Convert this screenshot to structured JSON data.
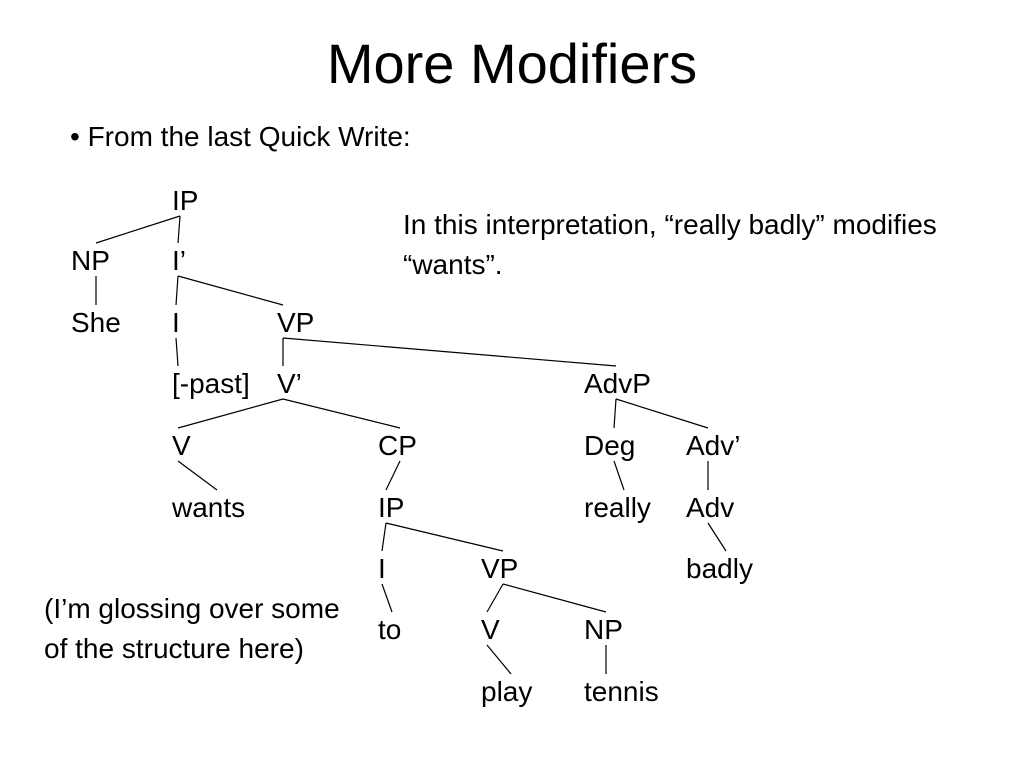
{
  "slide": {
    "title": "More Modifiers",
    "bullet": "• From the last Quick Write:",
    "interpretation_note": "In this interpretation, “really badly” modifies “wants”.",
    "gloss_note": "(I’m glossing over some of the structure here)"
  },
  "tree": {
    "nodes": [
      {
        "id": "ip1",
        "label": "IP"
      },
      {
        "id": "np1",
        "label": "NP"
      },
      {
        "id": "ibar",
        "label": "I’"
      },
      {
        "id": "she",
        "label": "She"
      },
      {
        "id": "i1",
        "label": "I"
      },
      {
        "id": "vp1",
        "label": "VP"
      },
      {
        "id": "past",
        "label": "[-past]"
      },
      {
        "id": "vbar",
        "label": "V’"
      },
      {
        "id": "advp",
        "label": "AdvP"
      },
      {
        "id": "v1",
        "label": "V"
      },
      {
        "id": "cp",
        "label": "CP"
      },
      {
        "id": "deg",
        "label": "Deg"
      },
      {
        "id": "advbar",
        "label": "Adv’"
      },
      {
        "id": "wants",
        "label": "wants"
      },
      {
        "id": "ip2",
        "label": "IP"
      },
      {
        "id": "really",
        "label": "really"
      },
      {
        "id": "adv",
        "label": "Adv"
      },
      {
        "id": "i2",
        "label": "I"
      },
      {
        "id": "vp2",
        "label": "VP"
      },
      {
        "id": "badly",
        "label": "badly"
      },
      {
        "id": "to",
        "label": "to"
      },
      {
        "id": "v2",
        "label": "V"
      },
      {
        "id": "np2",
        "label": "NP"
      },
      {
        "id": "play",
        "label": "play"
      },
      {
        "id": "tennis",
        "label": "tennis"
      }
    ],
    "edges": [
      [
        "ip1",
        "np1"
      ],
      [
        "ip1",
        "ibar"
      ],
      [
        "np1",
        "she"
      ],
      [
        "ibar",
        "i1"
      ],
      [
        "ibar",
        "vp1"
      ],
      [
        "i1",
        "past"
      ],
      [
        "vp1",
        "vbar"
      ],
      [
        "vp1",
        "advp"
      ],
      [
        "vbar",
        "v1"
      ],
      [
        "vbar",
        "cp"
      ],
      [
        "v1",
        "wants"
      ],
      [
        "cp",
        "ip2"
      ],
      [
        "ip2",
        "i2"
      ],
      [
        "ip2",
        "vp2"
      ],
      [
        "i2",
        "to"
      ],
      [
        "vp2",
        "v2"
      ],
      [
        "vp2",
        "np2"
      ],
      [
        "v2",
        "play"
      ],
      [
        "np2",
        "tennis"
      ],
      [
        "advp",
        "deg"
      ],
      [
        "advp",
        "advbar"
      ],
      [
        "deg",
        "really"
      ],
      [
        "advbar",
        "adv"
      ],
      [
        "adv",
        "badly"
      ]
    ]
  }
}
